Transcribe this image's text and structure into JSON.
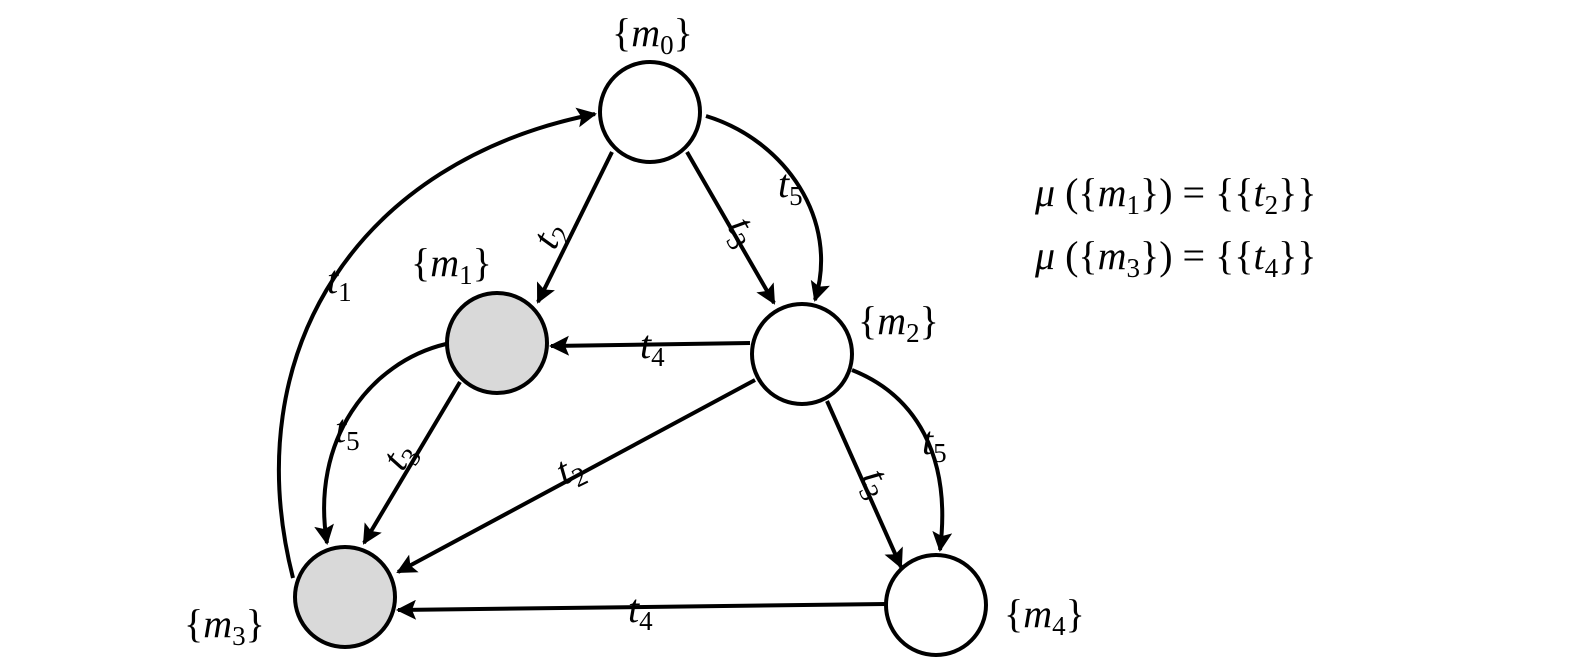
{
  "nodes": {
    "m0": {
      "name": "m",
      "sub": "0",
      "highlighted": false
    },
    "m1": {
      "name": "m",
      "sub": "1",
      "highlighted": true
    },
    "m2": {
      "name": "m",
      "sub": "2",
      "highlighted": false
    },
    "m3": {
      "name": "m",
      "sub": "3",
      "highlighted": true
    },
    "m4": {
      "name": "m",
      "sub": "4",
      "highlighted": false
    }
  },
  "edges": {
    "m0_m1": {
      "name": "t",
      "sub": "2"
    },
    "m0_m2_t3": {
      "name": "t",
      "sub": "3"
    },
    "m0_m2_t5": {
      "name": "t",
      "sub": "5"
    },
    "m2_m1": {
      "name": "t",
      "sub": "4"
    },
    "m2_m3": {
      "name": "t",
      "sub": "2"
    },
    "m2_m4_t3": {
      "name": "t",
      "sub": "3"
    },
    "m2_m4_t5": {
      "name": "t",
      "sub": "5"
    },
    "m1_m3_t3": {
      "name": "t",
      "sub": "3"
    },
    "m1_m3_t5": {
      "name": "t",
      "sub": "5"
    },
    "m4_m3": {
      "name": "t",
      "sub": "4"
    },
    "m3_m0": {
      "name": "t",
      "sub": "1"
    }
  },
  "equations": [
    {
      "fn": "μ",
      "arg_name": "m",
      "arg_sub": "1",
      "val_name": "t",
      "val_sub": "2"
    },
    {
      "fn": "μ",
      "arg_name": "m",
      "arg_sub": "3",
      "val_name": "t",
      "val_sub": "4"
    }
  ],
  "colors": {
    "highlight": "#d9d9d9",
    "normal": "#ffffff",
    "stroke": "#000000"
  }
}
